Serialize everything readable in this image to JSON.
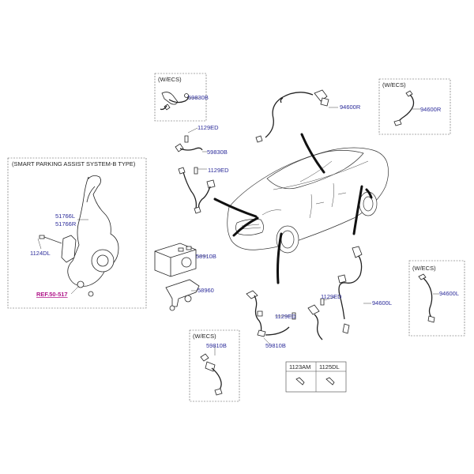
{
  "boxes": {
    "wecs_top": "(W/ECS)",
    "wecs_right_top": "(W/ECS)",
    "wecs_right_mid": "(W/ECS)",
    "wecs_bottom": "(W/ECS)",
    "smart_parking": "(SMART PARKING ASSIST SYSTEM-B TYPE)"
  },
  "labels": {
    "p59830b_top": "59830B",
    "p94600r_main": "94600R",
    "p94600r_box": "94600R",
    "p1129ed_a": "1129ED",
    "p59830b_mid": "59830B",
    "p1129ed_b": "1129ED",
    "p51766l": "51766L",
    "p51766r": "51766R",
    "p1124dl": "1124DL",
    "ref": "REF.50-517",
    "p58910b": "58910B",
    "p58960": "58960",
    "p1129ed_c": "1129ED",
    "p1129ed_d": "1129ED",
    "p94600l": "94600L",
    "p94600l_box": "94600L",
    "p59810b_main": "59810B",
    "p59810b_box": "59810B"
  },
  "table": {
    "col1": "1123AM",
    "col2": "1125DL"
  }
}
